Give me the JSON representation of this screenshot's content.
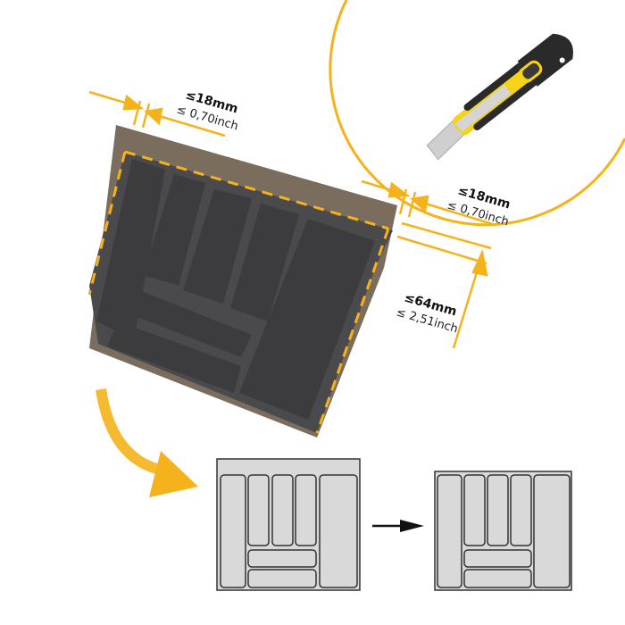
{
  "colors": {
    "accent": "#F5B21B",
    "tray": "#4A4A4C",
    "tray_dark": "#3A3A3C",
    "board": "#7A6D5E",
    "diagram_fill": "#D9D9D9",
    "diagram_stroke": "#333333",
    "knife_yellow": "#F5D316",
    "knife_black": "#2A2A2A"
  },
  "dimensions": {
    "top_left": {
      "mm": "≤18mm",
      "inch": "≤ 0,70inch"
    },
    "right": {
      "mm": "≤18mm",
      "inch": "≤ 0,70inch"
    },
    "height": {
      "mm": "≤64mm",
      "inch": "≤ 2,51inch"
    }
  },
  "icons": {
    "knife": "utility-knife-icon",
    "curved_arrow": "curved-arrow-icon",
    "right_arrow": "right-arrow-icon"
  }
}
